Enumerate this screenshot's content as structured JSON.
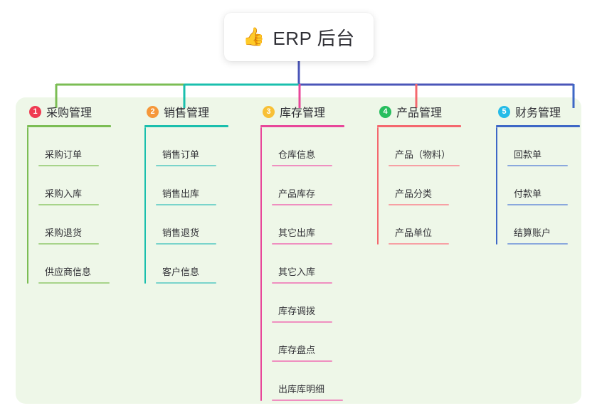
{
  "page": {
    "background": "#ffffff",
    "panel_background": "#eef7e8"
  },
  "root": {
    "icon": "thumbs-up-icon",
    "icon_glyph": "👍",
    "title": "ERP 后台",
    "stem_color": "#4a55b8"
  },
  "connector": {
    "segments": [
      {
        "name": "segment-purchasing",
        "color": "#7bbd54"
      },
      {
        "name": "segment-sales",
        "color": "#1abfad"
      },
      {
        "name": "segment-inventory",
        "color": "#4a55b8"
      },
      {
        "name": "segment-product",
        "color": "#4a55b8"
      },
      {
        "name": "segment-finance",
        "color": "#4a55b8"
      }
    ]
  },
  "columns": [
    {
      "index": "1",
      "badge_color": "#ef3b52",
      "accent": "#7bbd54",
      "accent_light": "#a7d48a",
      "title": "采购管理",
      "items": [
        {
          "label": "采购订单"
        },
        {
          "label": "采购入库"
        },
        {
          "label": "采购退货"
        },
        {
          "label": "供应商信息",
          "wide": true
        }
      ]
    },
    {
      "index": "2",
      "badge_color": "#f5973a",
      "accent": "#1abfad",
      "accent_light": "#79d4cb",
      "title": "销售管理",
      "items": [
        {
          "label": "销售订单"
        },
        {
          "label": "销售出库"
        },
        {
          "label": "销售退货"
        },
        {
          "label": "客户信息"
        }
      ]
    },
    {
      "index": "3",
      "badge_color": "#f8c036",
      "accent": "#e8479a",
      "accent_light": "#ef8fc0",
      "title": "库存管理",
      "items": [
        {
          "label": "仓库信息"
        },
        {
          "label": "产品库存"
        },
        {
          "label": "其它出库"
        },
        {
          "label": "其它入库"
        },
        {
          "label": "库存调拨"
        },
        {
          "label": "库存盘点"
        },
        {
          "label": "出库库明细",
          "wide": true
        }
      ]
    },
    {
      "index": "4",
      "badge_color": "#27be5e",
      "accent": "#f4686e",
      "accent_light": "#f7a0a4",
      "title": "产品管理",
      "items": [
        {
          "label": "产品（物料）",
          "wide": true
        },
        {
          "label": "产品分类"
        },
        {
          "label": "产品单位"
        }
      ]
    },
    {
      "index": "5",
      "badge_color": "#25bbe8",
      "accent": "#3e67c6",
      "accent_light": "#8aa8dd",
      "title": "财务管理",
      "items": [
        {
          "label": "回款单"
        },
        {
          "label": "付款单"
        },
        {
          "label": "结算账户"
        }
      ]
    }
  ]
}
